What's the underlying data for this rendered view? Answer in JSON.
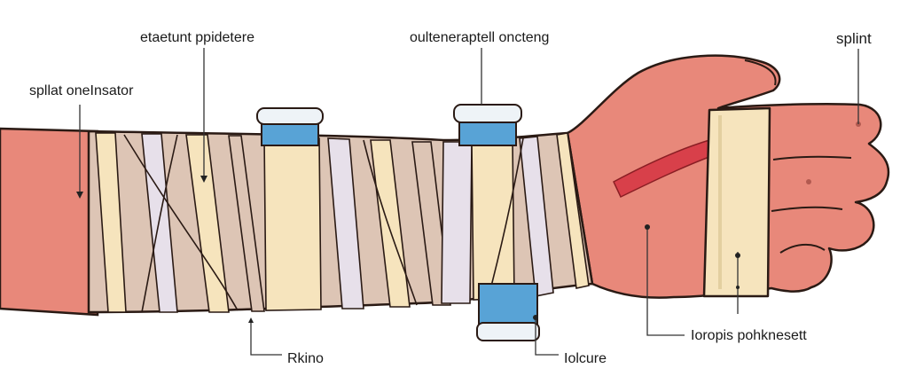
{
  "labels": {
    "top_left": "etaetunt ppidetere",
    "top_mid": "oulteneraptell oncteng",
    "top_right": "splint",
    "left": "spllat oneInsator",
    "bottom_left": "Rkino",
    "bottom_mid": "Iolcure",
    "bottom_right": "Ioropis pohknesett"
  },
  "colors": {
    "skin": "#e8887a",
    "skin_light": "#f0a08f",
    "bandage_cream": "#f6e4bd",
    "bandage_beige": "#ddc5b5",
    "bandage_lavender": "#e7e0ea",
    "splint_blue": "#58a3d6",
    "splint_cap": "#eef3f7",
    "outline": "#2a1a14",
    "wound_red": "#d8404a"
  }
}
